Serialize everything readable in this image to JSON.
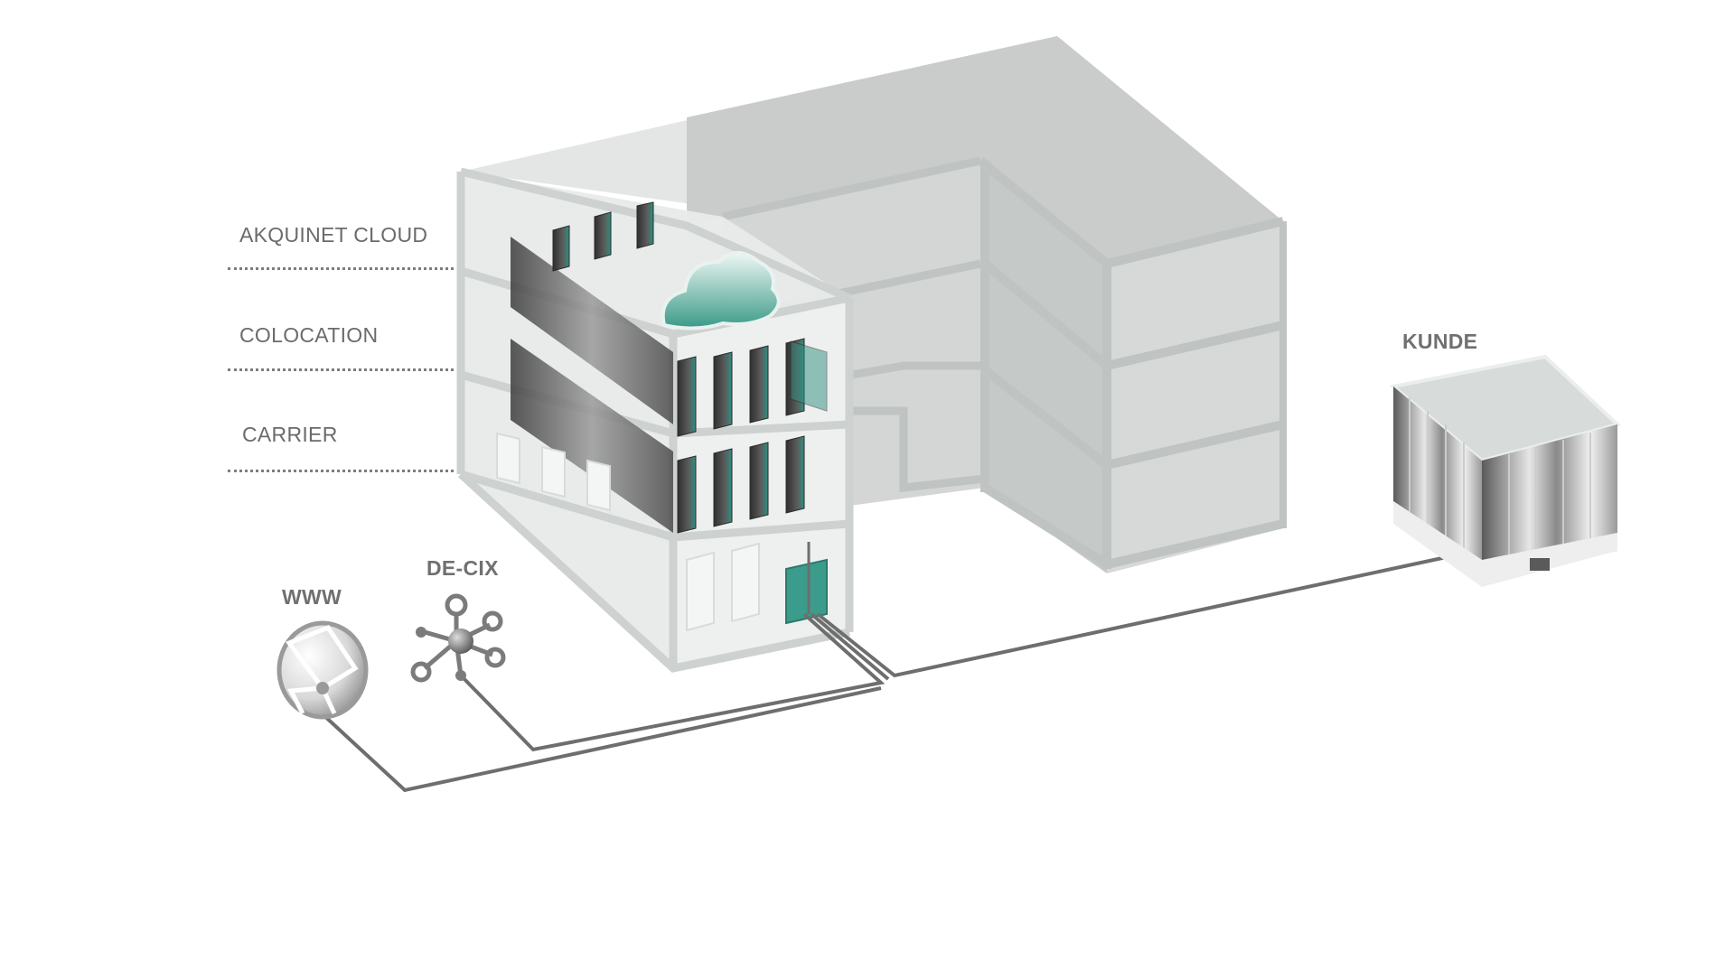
{
  "floor_labels": {
    "cloud": "AKQUINET CLOUD",
    "colocation": "COLOCATION",
    "carrier": "CARRIER"
  },
  "nodes": {
    "www": "WWW",
    "decix": "DE-CIX",
    "kunde": "KUNDE"
  },
  "icons": {
    "cloud": "cloud-icon",
    "globe": "globe-network-icon",
    "hub": "network-hub-icon",
    "customer": "customer-building-icon",
    "datacenter": "datacenter-building-icon"
  },
  "colors": {
    "accent": "#2f8f80",
    "line": "#6e6e6e",
    "label": "#6b6b6b"
  }
}
